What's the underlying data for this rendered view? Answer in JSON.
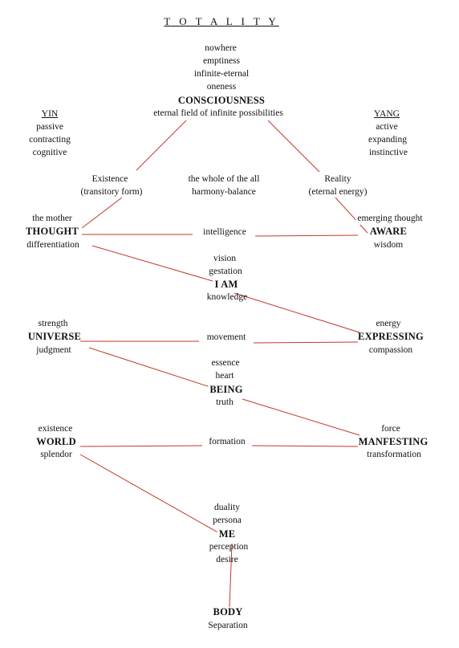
{
  "title": "T O T A L I T Y",
  "top": {
    "nowhere": "nowhere",
    "emptiness": "emptiness",
    "infinite_eternal": "infinite-eternal",
    "oneness": "oneness",
    "consciousness": "CONSCIOUSNESS",
    "field": "eternal field of infinite possibilities"
  },
  "yin": {
    "title": "YIN",
    "l1": "passive",
    "l2": "contracting",
    "l3": "cognitive"
  },
  "yang": {
    "title": "YANG",
    "l1": "active",
    "l2": "expanding",
    "l3": "instinctive"
  },
  "existence": {
    "l1": "Existence",
    "l2": "(transitory form)"
  },
  "whole": {
    "l1": "the whole of the all",
    "l2": "harmony-balance"
  },
  "reality": {
    "l1": "Reality",
    "l2": "(eternal energy)"
  },
  "thought": {
    "above": "the mother",
    "name": "THOUGHT",
    "below": "differentiation"
  },
  "intelligence": "intelligence",
  "aware": {
    "above": "emerging thought",
    "name": "AWARE",
    "below": "wisdom"
  },
  "iam": {
    "l1": "vision",
    "l2": "gestation",
    "name": "I AM",
    "below": "knowledge"
  },
  "universe": {
    "above": "strength",
    "name": "UNIVERSE",
    "below": "judgment"
  },
  "movement": "movement",
  "expressing": {
    "above": "energy",
    "name": "EXPRESSING",
    "below": "compassion"
  },
  "being": {
    "l1": "essence",
    "l2": "heart",
    "name": "BEING",
    "below": "truth"
  },
  "world": {
    "above": "existence",
    "name": "WORLD",
    "below": "splendor"
  },
  "formation": "formation",
  "manfesting": {
    "above": "force",
    "name": "MANFESTING",
    "below": "transformation"
  },
  "me": {
    "l1": "duality",
    "l2": "persona",
    "name": "ME",
    "l3": "perception",
    "l4": "desire"
  },
  "body": {
    "name": "BODY",
    "below": "Separation"
  },
  "line_color": "#c0392b"
}
